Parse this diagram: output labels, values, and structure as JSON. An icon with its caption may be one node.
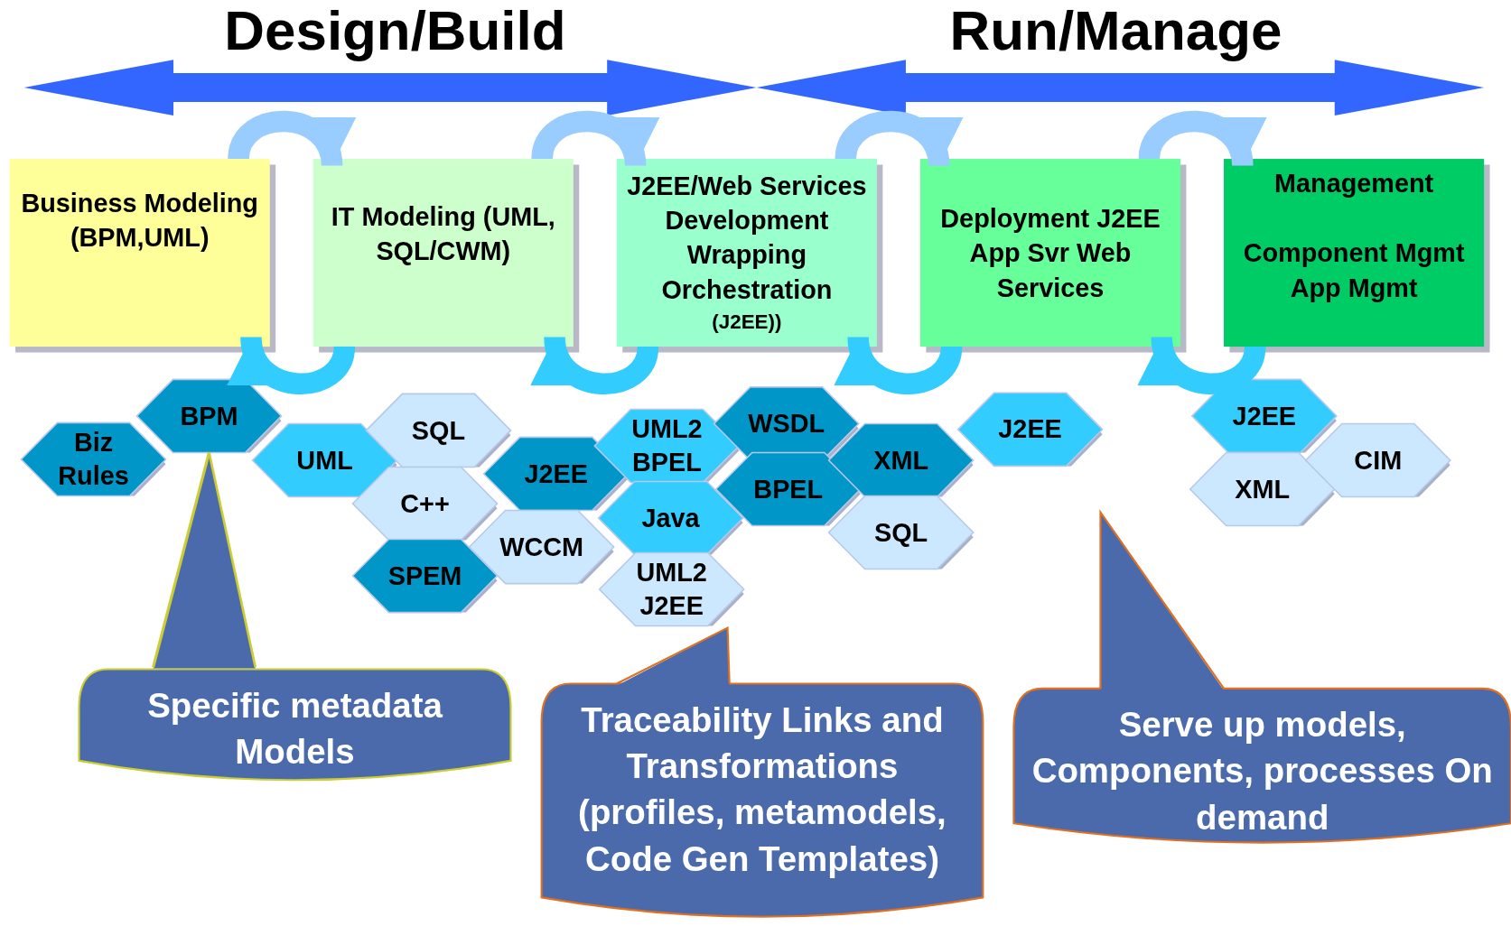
{
  "diagram": {
    "nodes": [
      {
        "text": [
          "Business Modeling (BPM,UML)"
        ]
      },
      {
        "text": [
          "IT Modeling (UML, SQL/CWM)"
        ]
      },
      {
        "text": [
          "J2EE/Web Services Development Wrapping Orchestration",
          "(J2EE))"
        ]
      },
      {
        "text": [
          "Deployment J2EE App Svr Web Services"
        ]
      },
      {
        "text": [
          "Management",
          "Component Mgmt App Mgmt"
        ]
      },
      {
        "text": [
          "Biz Rules"
        ]
      },
      {
        "text": [
          "BPM"
        ]
      },
      {
        "text": [
          "UML"
        ]
      },
      {
        "text": [
          "SQL"
        ]
      },
      {
        "text": [
          "C++"
        ]
      },
      {
        "text": [
          "J2EE"
        ]
      },
      {
        "text": [
          "SPEM"
        ]
      },
      {
        "text": [
          "WCCM"
        ]
      },
      {
        "text": [
          "UML2 BPEL"
        ]
      },
      {
        "text": [
          "Java"
        ]
      },
      {
        "text": [
          "UML2 J2EE"
        ]
      },
      {
        "text": [
          "WSDL"
        ]
      },
      {
        "text": [
          "BPEL"
        ]
      },
      {
        "text": [
          "XML"
        ]
      },
      {
        "text": [
          "SQL"
        ]
      },
      {
        "text": [
          "J2EE"
        ]
      },
      {
        "text": [
          "J2EE"
        ]
      },
      {
        "text": [
          "XML"
        ]
      },
      {
        "text": [
          "CIM"
        ]
      },
      {
        "text": [
          "Specific metadata Models"
        ]
      },
      {
        "text": [
          "Traceability Links and Transformations (profiles, metamodels, Code Gen Templates)"
        ]
      },
      {
        "text": [
          "Serve up models, Components, processes On demand"
        ]
      }
    ],
    "edges": [
      {
        "from": 0,
        "to": 1,
        "arrow": "to"
      },
      {
        "from": 1,
        "to": 0,
        "arrow": "to",
        "color": "#33ccff"
      },
      {
        "from": 1,
        "to": 2,
        "arrow": "to"
      },
      {
        "from": 2,
        "to": 1,
        "arrow": "to",
        "color": "#33ccff"
      },
      {
        "from": 2,
        "to": 3,
        "arrow": "to"
      },
      {
        "from": 3,
        "to": 2,
        "arrow": "to",
        "color": "#33ccff"
      },
      {
        "from": 3,
        "to": 4,
        "arrow": "to"
      },
      {
        "from": 4,
        "to": 3,
        "arrow": "to",
        "color": "#33ccff"
      },
      {
        "from": 24,
        "to": 6,
        "arrow": "none",
        "color": "#cccc33"
      }
    ],
    "labels": [
      "Design/Build",
      "Run/Manage"
    ]
  }
}
